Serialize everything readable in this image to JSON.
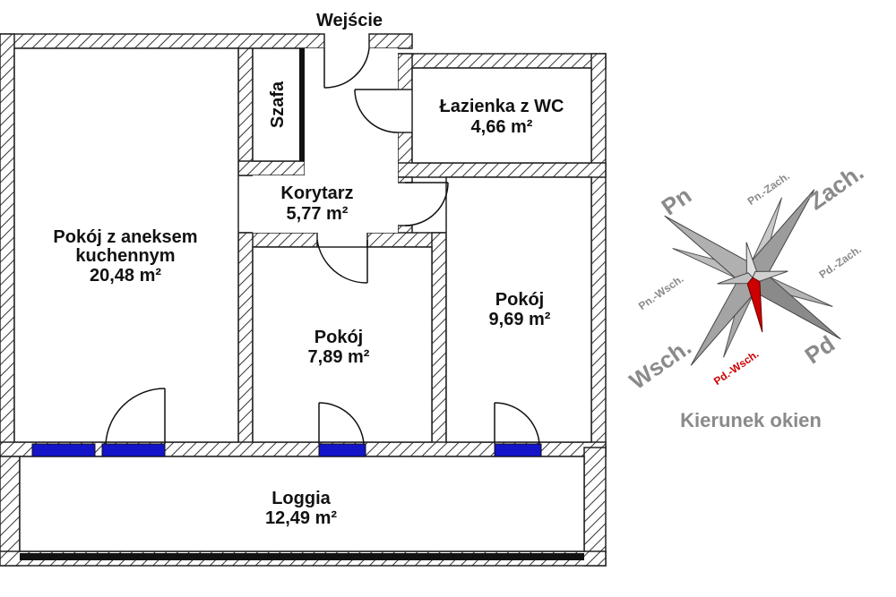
{
  "entrance_label": "Wejście",
  "rooms": {
    "living": {
      "name_line1": "Pokój z aneksem",
      "name_line2": "kuchennym",
      "area": "20,48 m²"
    },
    "closet": {
      "name": "Szafa"
    },
    "corridor": {
      "name": "Korytarz",
      "area": "5,77 m²"
    },
    "bathroom": {
      "name": "Łazienka z WC",
      "area": "4,66 m²"
    },
    "room_middle": {
      "name": "Pokój",
      "area": "7,89 m²"
    },
    "room_right": {
      "name": "Pokój",
      "area": "9,69 m²"
    },
    "loggia": {
      "name": "Loggia",
      "area": "12,49 m²"
    }
  },
  "compass": {
    "title": "Kierunek okien",
    "n": "Pn",
    "nw_small": "Pn.-Zach.",
    "w": "Zach.",
    "sw_small": "Pd.-Zach.",
    "s": "Pd",
    "se_small": "Pd.-Wsch.",
    "e": "Wsch.",
    "ne_small": "Pn.-Wsch.",
    "highlight": "Pd.-Wsch.",
    "highlight_color": "#cc0000",
    "ray_color": "#9a9a9a"
  },
  "colors": {
    "wall_hatch": "#333333",
    "window": "#1414c8",
    "text": "#111111"
  }
}
